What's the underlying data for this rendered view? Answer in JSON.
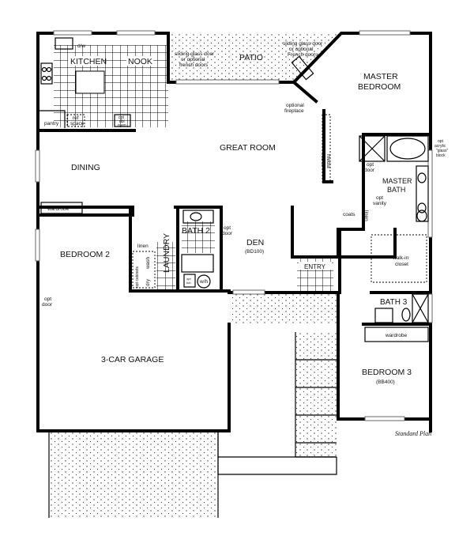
{
  "plan": {
    "name": "Standard Plan",
    "rooms": {
      "kitchen": "KITCHEN",
      "nook": "NOOK",
      "patio": "PATIO",
      "master_bedroom": [
        "MASTER",
        "BEDROOM"
      ],
      "great_room": "GREAT ROOM",
      "dining": "DINING",
      "bedroom2": "BEDROOM 2",
      "bath2": "BATH 2",
      "laundry": "LAUNDRY",
      "den": "DEN",
      "den_code": "(BD100)",
      "entry": "ENTRY",
      "master_bath": [
        "MASTER",
        "BATH"
      ],
      "walkin_closet": [
        "walk-in",
        "closet"
      ],
      "bath3": "BATH 3",
      "bedroom3": "BEDROOM 3",
      "bedroom3_code": "(BB400)",
      "garage": "3-CAR GARAGE"
    },
    "notes": {
      "pantry": "pantry",
      "ref_space": [
        "ref",
        "space"
      ],
      "opt_dbl_oven": [
        "opt",
        "dbl",
        "oven"
      ],
      "dw": "d/w",
      "slider_left": [
        "sliding glass door",
        "or optional",
        "french doors"
      ],
      "slider_right": [
        "sliding glass door",
        "or optional",
        "French doors"
      ],
      "fireplace": [
        "optional",
        "fireplace"
      ],
      "media_niche": [
        "media",
        "niche"
      ],
      "acrylic": [
        "opt",
        "acrylic",
        "\"glass\"",
        "block"
      ],
      "opt_door_mb": [
        "opt",
        "door"
      ],
      "opt_vanity": [
        "opt",
        "vanity"
      ],
      "coats": "coats",
      "linen_mb": "linen",
      "wardrobe_b2": "wardrobe",
      "linen_b2": "linen",
      "opt_door_bath2": [
        "opt",
        "door"
      ],
      "dry": "dry",
      "wash": "wash",
      "cabinets": "opt cabinets",
      "wh": "w/h",
      "laundry_tub": [
        "opt",
        "tub"
      ],
      "garage_door": [
        "opt",
        "door"
      ],
      "wardrobe_b3": "wardrobe"
    }
  }
}
